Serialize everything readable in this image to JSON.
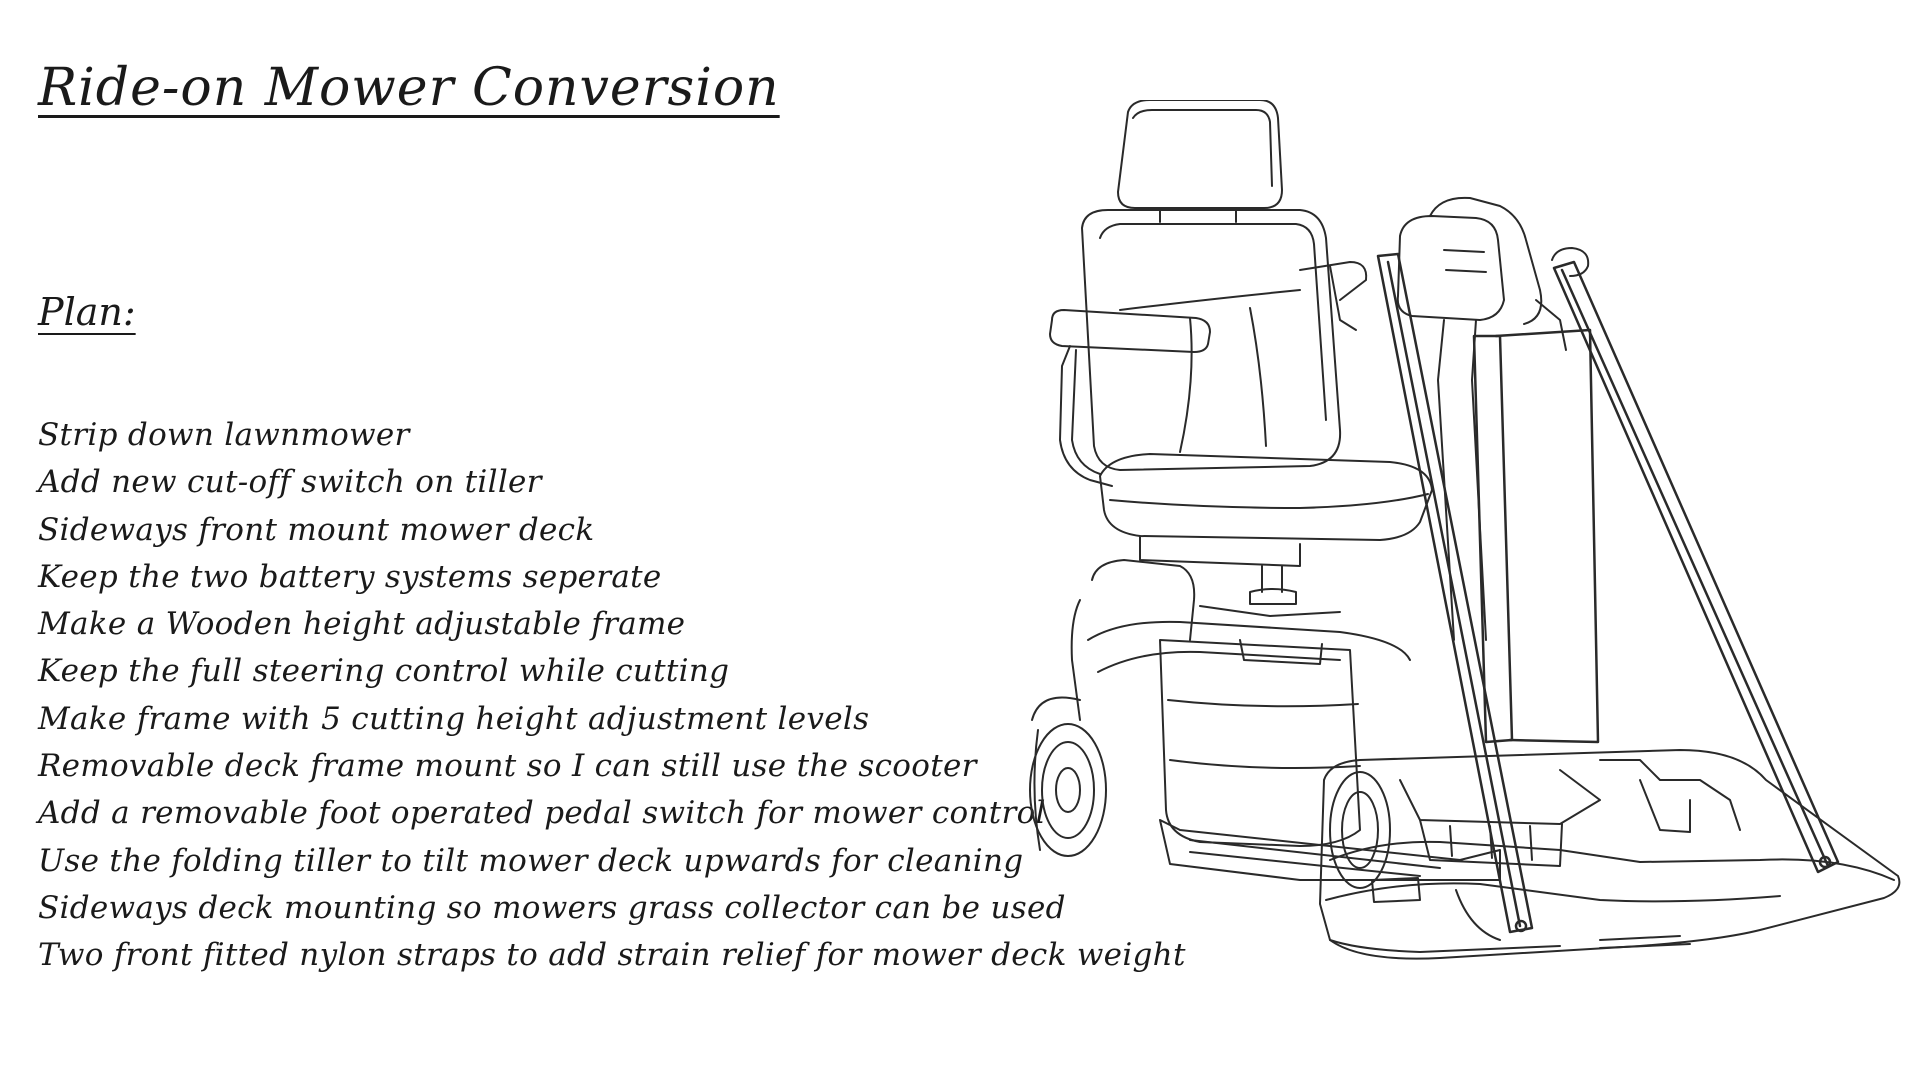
{
  "document": {
    "title": "Ride-on Mower Conversion",
    "plan_heading": "Plan:",
    "plan_items": [
      "Strip down lawnmower",
      "Add new cut-off switch on tiller",
      "Sideways front mount mower deck",
      "Keep the two battery systems seperate",
      "Make a Wooden height adjustable frame",
      "Keep the full steering control while cutting",
      "Make frame with 5 cutting height adjustment levels",
      "Removable deck frame mount so I can still use the scooter",
      "Add a removable foot operated pedal switch for mower control",
      "Use the folding tiller to tilt mower deck upwards for cleaning",
      "Sideways deck mounting so mowers grass collector can be used",
      "Two front fitted nylon straps to add strain relief for mower deck weight"
    ]
  },
  "illustration": {
    "subject": "mobility-scooter-with-mower-deck-sketch",
    "line_color": "#2a2a2a"
  }
}
